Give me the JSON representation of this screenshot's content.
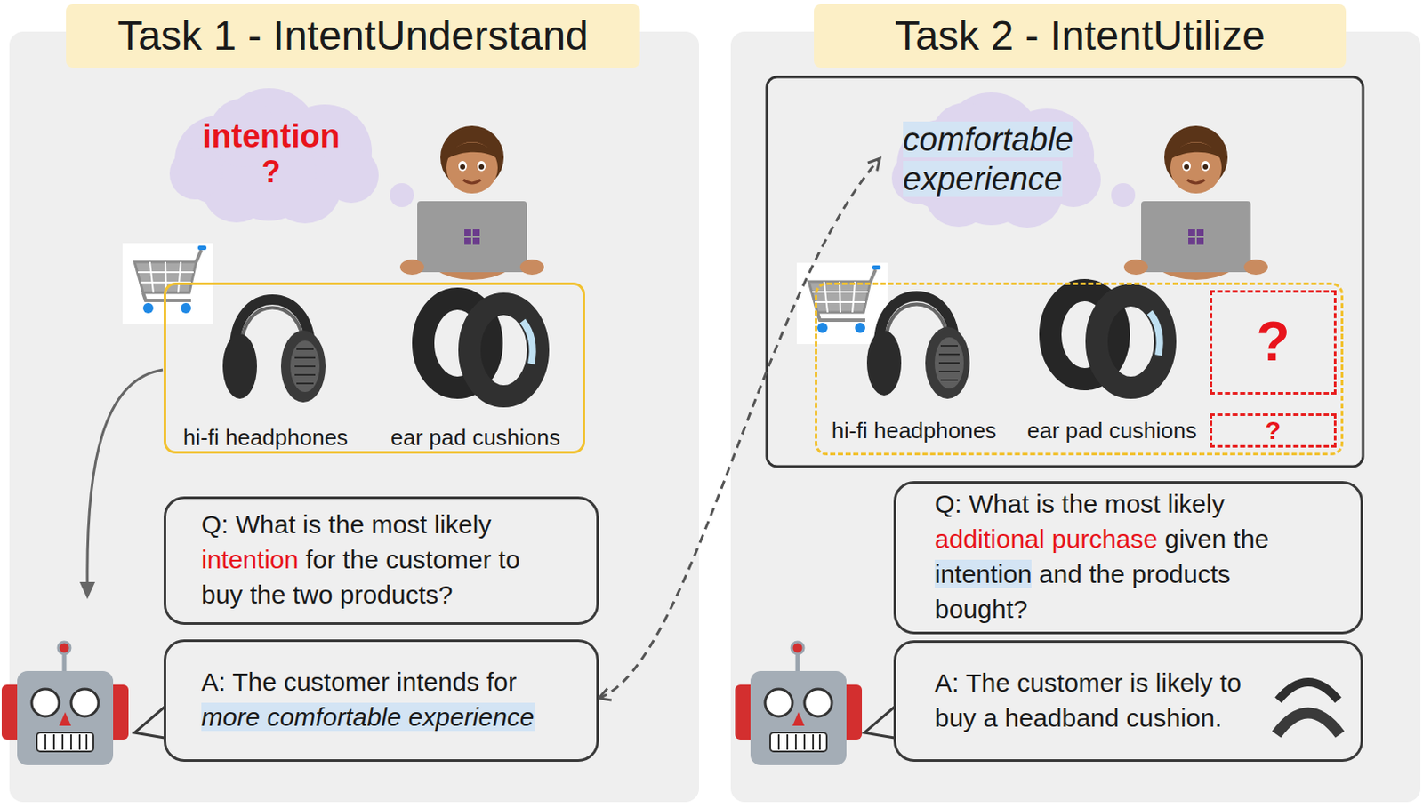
{
  "diagram": {
    "nodes": [
      {
        "text": [
          "Task 1 - IntentUnderstand"
        ]
      },
      {
        "text": [
          "intention",
          "?"
        ],
        "in": 0
      },
      {
        "text": [
          "hi-fi headphones",
          "ear pad cushions"
        ],
        "in": 0
      },
      {
        "text": [
          "Q: What is the most likely intention for the customer to buy the two products?"
        ],
        "in": 0
      },
      {
        "text": [
          "A: The customer intends for more comfortable experience"
        ],
        "in": 0
      },
      {
        "text": [
          "Task 2 - IntentUtilize"
        ]
      },
      {
        "text": [
          "comfortable experience"
        ],
        "in": 5
      },
      {
        "text": [
          "hi-fi headphones",
          "ear pad cushions"
        ],
        "in": 5
      },
      {
        "text": [
          "?"
        ],
        "in": 7
      },
      {
        "text": [
          "?"
        ],
        "in": 7
      },
      {
        "text": [
          "Q: What is the most likely additional purchase given the intention and the products bought?"
        ],
        "in": 5
      },
      {
        "text": [
          "A: The customer is likely to buy a headband cushion."
        ],
        "in": 5
      }
    ],
    "edges": [
      {
        "from": 4,
        "to": 6,
        "arrow": "both"
      }
    ]
  }
}
